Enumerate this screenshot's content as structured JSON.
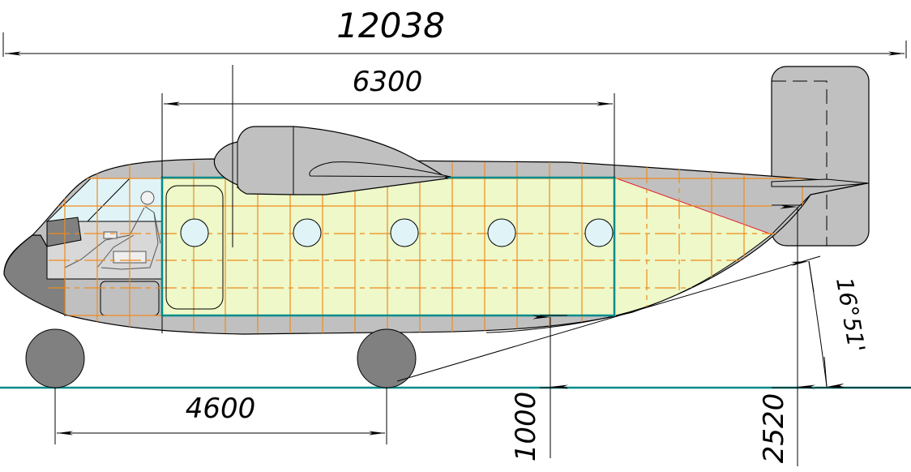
{
  "drawing": {
    "title": "Aircraft side view dimension drawing",
    "units": "mm",
    "colors": {
      "fuselage": "#c0c0c0",
      "nose": "#808080",
      "wheel": "#808080",
      "cargo_bay": "#eef8c8",
      "cargo_outline": "#008b8b",
      "ground_line": "#008b8b",
      "grid": "#f08a1c",
      "window": "#e0f4f8",
      "canopy": "#e0f4f8",
      "tail_split_line": "#e81c2c"
    },
    "dimensions": {
      "overall_length": "12038",
      "cargo_bay_length": "6300",
      "wheelbase": "4600",
      "floor_height": "1000",
      "tail_height": "2520",
      "tail_angle": "16°51'"
    },
    "labels": {
      "windows_count": "5",
      "ground": "ground line"
    }
  }
}
